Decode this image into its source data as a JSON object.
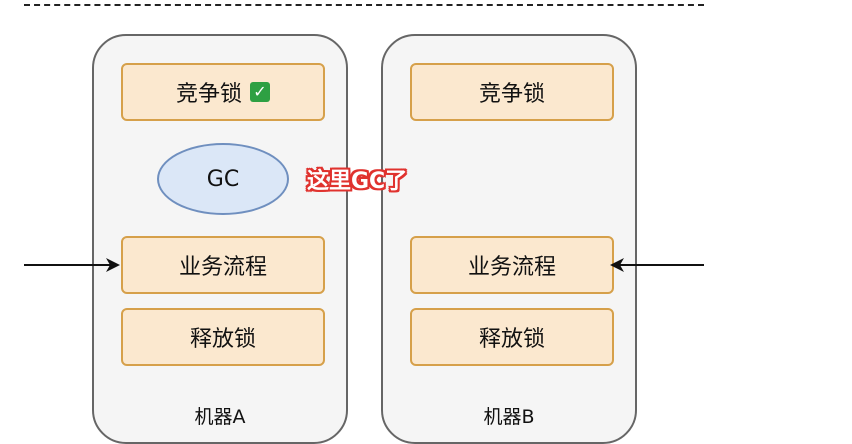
{
  "machines": [
    {
      "label": "机器A",
      "steps": {
        "compete_lock": "竞争锁",
        "gc": "GC",
        "business": "业务流程",
        "release_lock": "释放锁"
      },
      "lock_acquired_check": "✓"
    },
    {
      "label": "机器B",
      "steps": {
        "compete_lock": "竞争锁",
        "business": "业务流程",
        "release_lock": "释放锁"
      }
    }
  ],
  "annotation": "这里GC了",
  "colors": {
    "step_fill": "#fbe8cf",
    "step_border": "#d6a04a",
    "gc_fill": "#dbe7f7",
    "gc_border": "#6f8fbf",
    "annotation": "#e0322e",
    "check": "#2ea043"
  },
  "icons": [
    "check-mark-icon",
    "arrow-right-icon",
    "arrow-left-icon"
  ]
}
